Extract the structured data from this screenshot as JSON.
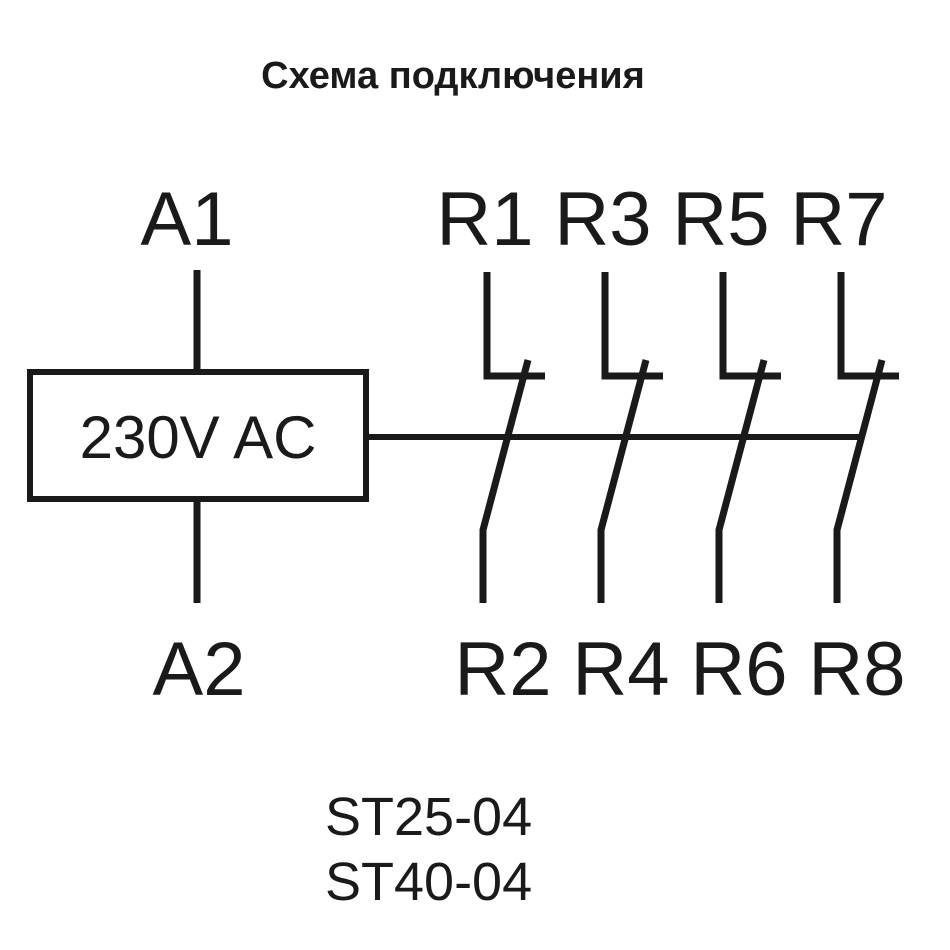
{
  "title": "Схема подключения",
  "coil": {
    "top_terminal": "A1",
    "bottom_terminal": "A2",
    "label": "230V AC"
  },
  "contacts": [
    {
      "top": "R1",
      "bottom": "R2"
    },
    {
      "top": "R3",
      "bottom": "R4"
    },
    {
      "top": "R5",
      "bottom": "R6"
    },
    {
      "top": "R7",
      "bottom": "R8"
    }
  ],
  "models": [
    "ST25-04",
    "ST40-04"
  ],
  "colors": {
    "line": "#1a1a1a",
    "background": "#ffffff"
  }
}
